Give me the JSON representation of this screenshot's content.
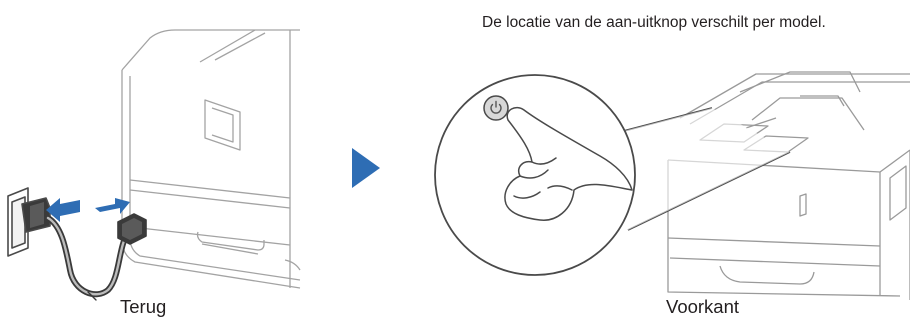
{
  "note": "De locatie van de aan-uitknop verschilt per model.",
  "labels": {
    "back": "Terug",
    "front": "Voorkant"
  },
  "icons": {
    "power": "power-icon",
    "next": "next-arrow-icon",
    "plug_arrow": "plug-in-arrow-icon"
  },
  "colors": {
    "accent": "#2e6db4",
    "line": "#9a9a9a",
    "dark_line": "#4a4a4a",
    "button_fill": "#d8d8d8"
  }
}
